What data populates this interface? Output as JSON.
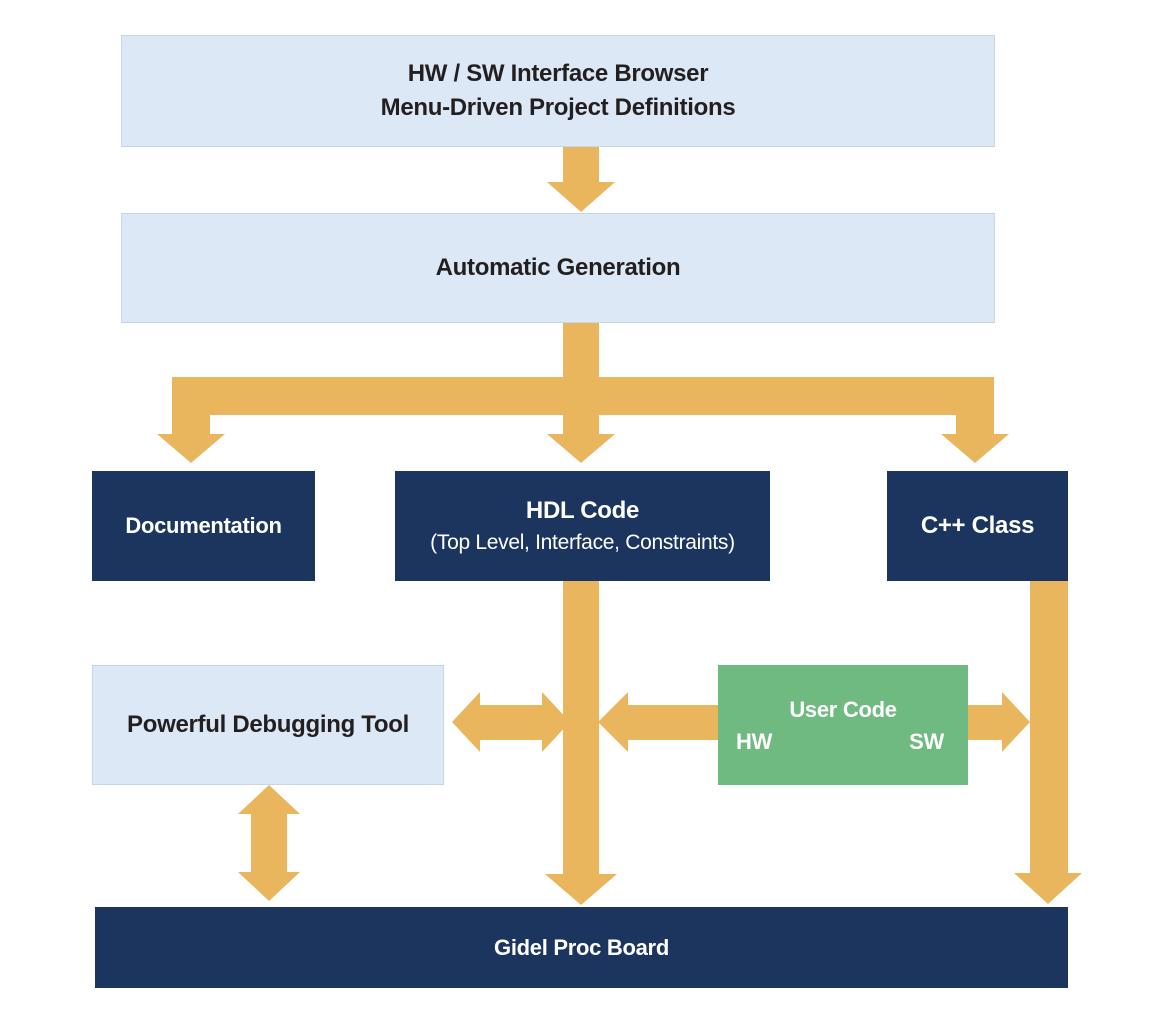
{
  "diagram": {
    "nodes": {
      "interface_browser": {
        "line1": "HW / SW Interface Browser",
        "line2": "Menu-Driven Project Definitions"
      },
      "automatic_generation": {
        "label": "Automatic Generation"
      },
      "documentation": {
        "label": "Documentation"
      },
      "hdl_code": {
        "title": "HDL Code",
        "subtitle": "(Top Level, Interface, Constraints)"
      },
      "cpp_class": {
        "label": "C++ Class"
      },
      "debugging_tool": {
        "label": "Powerful Debugging Tool"
      },
      "user_code": {
        "title": "User Code",
        "left_label": "HW",
        "right_label": "SW"
      },
      "proc_board": {
        "label": "Gidel Proc Board"
      }
    },
    "colors": {
      "light_blue": "#dce8f5",
      "navy": "#1b355f",
      "gold": "#e9b55d",
      "green": "#6fba81",
      "dark_text": "#231f20",
      "white_text": "#ffffff"
    }
  }
}
